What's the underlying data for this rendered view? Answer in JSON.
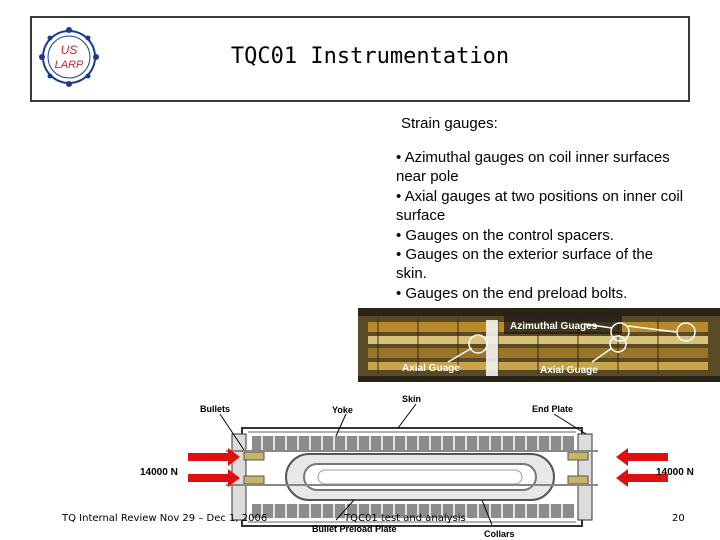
{
  "header": {
    "logo_text_top": "US",
    "logo_text_bottom": "LARP",
    "title": "TQC01 Instrumentation"
  },
  "content": {
    "heading": "Strain gauges:",
    "bullets": [
      "•  Azimuthal gauges on coil inner surfaces near pole",
      "•  Axial gauges at two positions on inner coil surface",
      "•  Gauges on the control spacers.",
      "•  Gauges on the exterior surface of the skin.",
      "•  Gauges on the end preload bolts."
    ]
  },
  "photo": {
    "label_azimuthal": "Azimuthal Guages",
    "label_axial_left": "Axial Guage",
    "label_axial_right": "Axial Guage"
  },
  "diagram": {
    "label_bullets": "Bullets",
    "label_yoke": "Yoke",
    "label_skin": "Skin",
    "label_end_plate": "End Plate",
    "label_force_left": "14000 N",
    "label_force_right": "14000 N",
    "label_bullet_preload_plate": "Bullet Preload Plate",
    "label_collars": "Collars"
  },
  "footer": {
    "left": "TQ Internal Review Nov 29 – Dec 1, 2006",
    "center": "TQC01 test and analysis",
    "page_number": "20"
  },
  "colors": {
    "logo_red": "#d2232a",
    "logo_blue": "#1b3c8c",
    "arrow_red": "#e01010",
    "photo_bg": "#2a2416",
    "coil_gold": "#b88a2a"
  }
}
